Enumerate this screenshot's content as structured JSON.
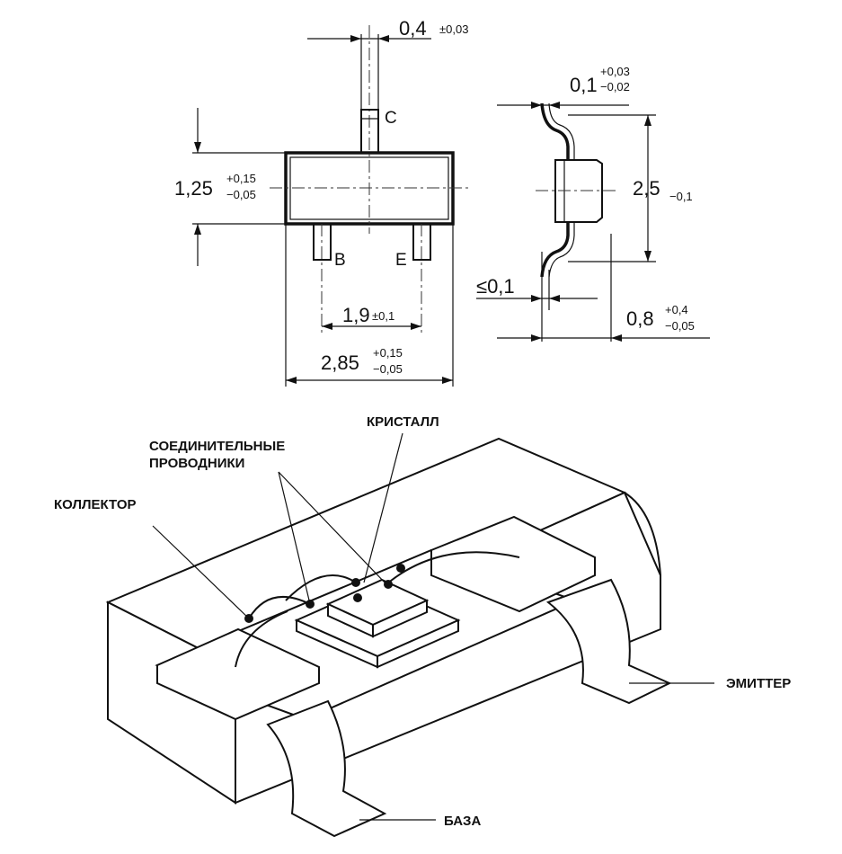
{
  "top_view": {
    "lead_width": "0,4",
    "lead_width_tol": "±0,03",
    "body_width": "1,25",
    "body_width_tol_plus": "+0,15",
    "body_width_tol_minus": "−0,05",
    "pin_spacing": "1,9",
    "pin_spacing_tol": "±0,1",
    "body_length": "2,85",
    "body_length_tol_plus": "+0,15",
    "body_length_tol_minus": "−0,05",
    "pin_c": "C",
    "pin_b": "B",
    "pin_e": "E"
  },
  "side_view": {
    "lead_thickness": "0,1",
    "lead_thickness_tol_plus": "+0,03",
    "lead_thickness_tol_minus": "−0,02",
    "overall_width": "2,5",
    "overall_width_tol": "−0,1",
    "standoff": "≤0,1",
    "height": "0,8",
    "height_tol_plus": "+0,4",
    "height_tol_minus": "−0,05"
  },
  "iso_view": {
    "crystal_label": "КРИСТАЛЛ",
    "wires_label_1": "СОЕДИНИТЕЛЬНЫЕ",
    "wires_label_2": "ПРОВОДНИКИ",
    "collector_label": "КОЛЛЕКТОР",
    "emitter_label": "ЭМИТТЕР",
    "base_label": "БАЗА"
  }
}
